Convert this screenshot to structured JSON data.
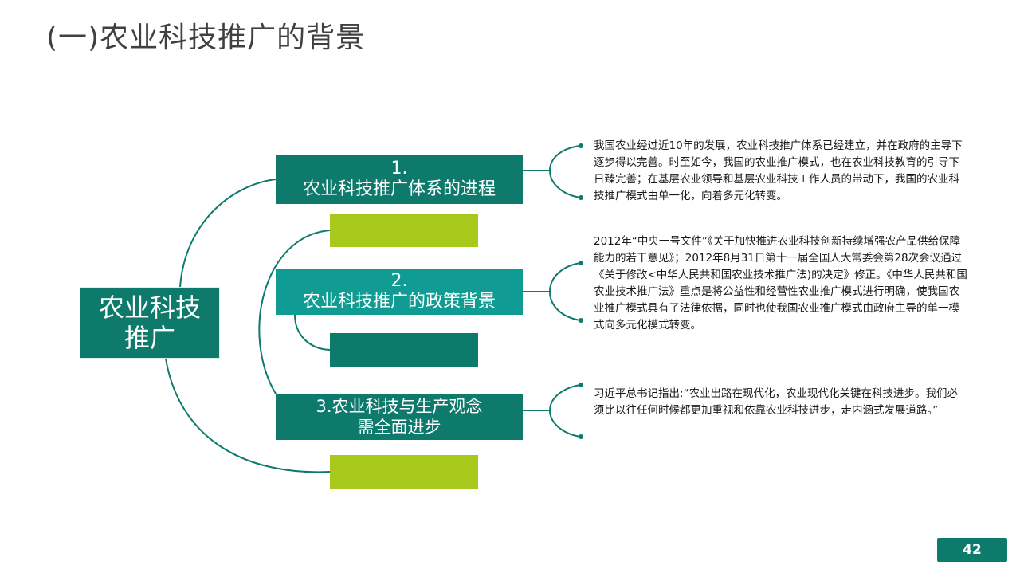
{
  "slide": {
    "title": "(一)农业科技推广的背景",
    "page_number": "42"
  },
  "diagram": {
    "root_line1": "农业科技",
    "root_line2": "推广",
    "topics": [
      {
        "line1": "1.",
        "line2": "农业科技推广体系的进程",
        "description": "我国农业经过近10年的发展，农业科技推广体系已经建立，并在政府的主导下逐步得以完善。时至如今，我国的农业推广模式，也在农业科技教育的引导下日臻完善；在基层农业领导和基层农业科技工作人员的带动下，我国的农业科技推广模式由单一化，向着多元化转变。"
      },
      {
        "line1": "2.",
        "line2": "农业科技推广的政策背景",
        "description": "2012年“中央一号文件”《关于加快推进农业科技创新持续增强农产品供给保障能力的若干意见》；2012年8月31日第十一届全国人大常委会第28次会议通过《关于修改<中华人民共和国农业技术推广法)的决定》修正。《中华人民共和国农业技术推广法》重点是将公益性和经营性农业推广模式进行明确，使我国农业推广模式具有了法律依据，同时也使我国农业推广模式由政府主导的单一模式向多元化模式转变。"
      },
      {
        "line1": "3.农业科技与生产观念",
        "line2": "需全面进步",
        "description": "习近平总书记指出:“农业出路在现代化，农业现代化关键在科技进步。我们必须比以往任何时候都更加重视和依靠农业科技进步，走内涵式发展道路。”"
      }
    ]
  },
  "colors": {
    "dark_teal": "#0e7a6c",
    "teal": "#109c92",
    "lime": "#a8c81c",
    "title_gray": "#404040"
  }
}
